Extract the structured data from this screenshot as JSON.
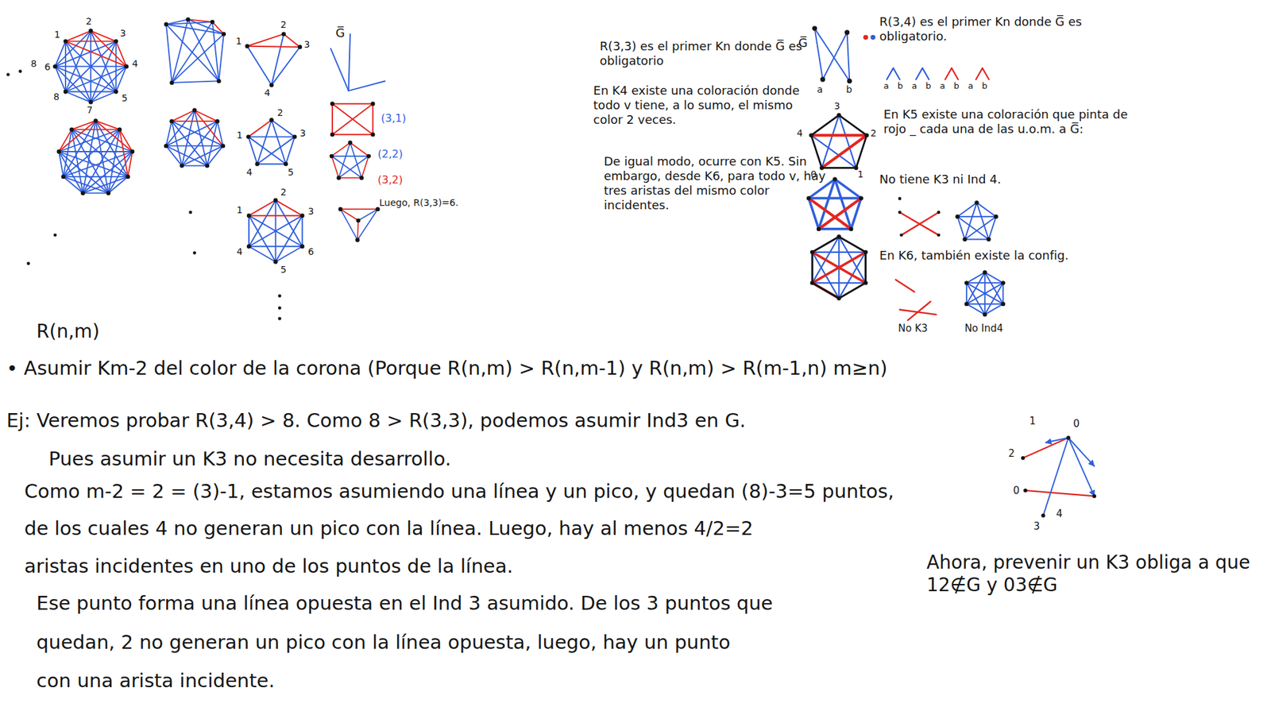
{
  "diagram": {
    "labels": [
      "R(n,m)",
      "• Asumir Km-2 del color de la corona (Porque R(n,m) > R(n,m-1) y R(n,m) > R(m-1,n) m≥n)",
      "Ej: Veremos probar R(3,4) > 8. Como 8 > R(3,3), podemos asumir Ind3 en G.",
      "Pues asumir un K3 no necesita desarrollo.",
      "Como m-2 = 2 = (3)-1, estamos asumiendo una línea y un pico, y quedan (8)-3=5 puntos,",
      "de los cuales 4 no generan un pico con la línea. Luego, hay al menos 4/2=2",
      "aristas incidentes en uno de los puntos de la línea.",
      "Ese punto forma una línea opuesta en el Ind 3 asumido. De los 3 puntos que",
      "quedan, 2 no generan un pico con la línea opuesta, luego, hay un punto",
      "con una arista incidente.",
      "Ahora, prevenir un K3 obliga a que 12∉G y 03∉G",
      "R(3,3) es el primer Kn donde G̅ es obligatorio",
      "En K4 existe una coloración donde todo v tiene, a lo sumo, el mismo color 2 veces.",
      "De igual modo, ocurre con K5. Sin embargo, desde K6, para todo v, hay tres aristas del mismo color incidentes.",
      "R(3,4) es el primer Kn donde G̅ es obligatorio.",
      "En K5 existe una coloración que pinta de rojo _ cada una de las u.o.m. a G̅:",
      "No tiene K3 ni Ind 4.",
      "En K6, también existe la config.",
      "No K3",
      "No Ind4",
      "G̅",
      "G̅",
      "(3,1)",
      "(2,2)",
      "(3,2)",
      "Luego, R(3,3)=6.",
      "a b a b a b a b",
      "a",
      "b",
      "3",
      "2",
      "1",
      "0",
      "4",
      "1",
      "0",
      "2",
      "0",
      "3",
      "4",
      "1",
      "2",
      "3",
      "4",
      "1",
      "2",
      "3",
      "4",
      "5",
      "1",
      "2",
      "3",
      "4",
      "5",
      "6",
      "1",
      "2",
      "3",
      "4",
      "5",
      "6",
      "7",
      "8",
      "8"
    ]
  }
}
